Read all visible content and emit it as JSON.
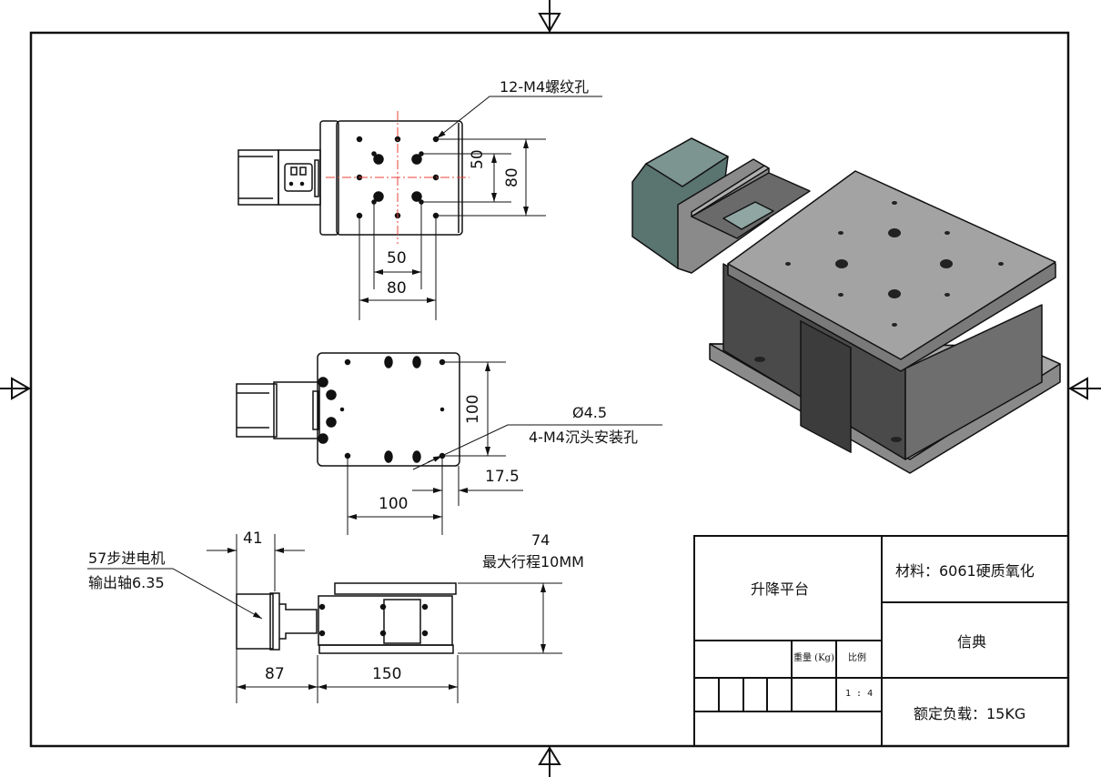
{
  "drawing": {
    "title": "升降平台",
    "material": "材料：6061硬质氧化",
    "company": "信典",
    "rated_load": "额定负载：15KG",
    "weight_label": "重量 (Kg)",
    "scale_label": "比例",
    "scale_value": "1 : 4"
  },
  "top_view": {
    "hole_callout": "12-M4螺纹孔",
    "dim_h_inner": "50",
    "dim_h_outer": "80",
    "dim_v_inner": "50",
    "dim_v_outer": "80"
  },
  "bottom_view": {
    "dim_vertical": "100",
    "dim_horizontal": "100",
    "dim_offset": "17.5",
    "hole_diameter": "Ø4.5",
    "hole_callout": "4-M4沉头安装孔"
  },
  "side_view": {
    "motor_label_1": "57步进电机",
    "motor_label_2": "输出轴6.35",
    "dim_motor_flange": "41",
    "dim_motor_length": "87",
    "dim_body_length": "150",
    "dim_height": "74",
    "stroke_label": "最大行程10MM"
  },
  "colors": {
    "line": "#111111",
    "centerline": "#e8403a",
    "motor": "#5a7470",
    "body_dark": "#4a4a4a",
    "body_mid": "#8a8a8a",
    "plate_top": "#a3a3a3"
  }
}
